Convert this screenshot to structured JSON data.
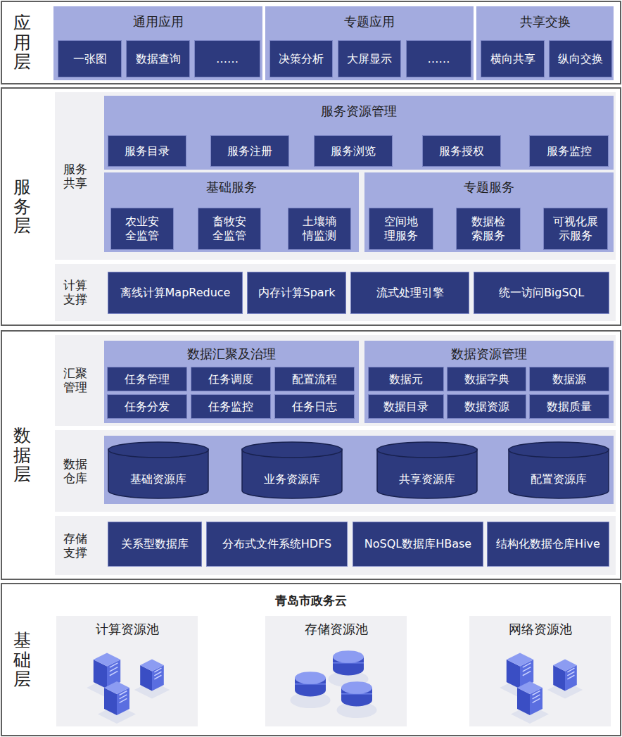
{
  "diagram": {
    "nodes": [
      {
        "text": [
          "应用层"
        ]
      },
      {
        "text": [
          "通用应用"
        ],
        "in": 0
      },
      {
        "text": [
          "一张图"
        ],
        "in": 1
      },
      {
        "text": [
          "数据查询"
        ],
        "in": 1
      },
      {
        "text": [
          "……"
        ],
        "in": 1
      },
      {
        "text": [
          "专题应用"
        ],
        "in": 0
      },
      {
        "text": [
          "决策分析"
        ],
        "in": 5
      },
      {
        "text": [
          "大屏显示"
        ],
        "in": 5
      },
      {
        "text": [
          "……"
        ],
        "in": 5
      },
      {
        "text": [
          "共享交换"
        ],
        "in": 0
      },
      {
        "text": [
          "横向共享"
        ],
        "in": 9
      },
      {
        "text": [
          "纵向交换"
        ],
        "in": 9
      },
      {
        "text": [
          "服务层"
        ]
      },
      {
        "text": [
          "服务共享"
        ],
        "in": 12
      },
      {
        "text": [
          "服务资源管理"
        ],
        "in": 13
      },
      {
        "text": [
          "服务目录"
        ],
        "in": 14
      },
      {
        "text": [
          "服务注册"
        ],
        "in": 14
      },
      {
        "text": [
          "服务浏览"
        ],
        "in": 14
      },
      {
        "text": [
          "服务授权"
        ],
        "in": 14
      },
      {
        "text": [
          "服务监控"
        ],
        "in": 14
      },
      {
        "text": [
          "基础服务"
        ],
        "in": 13
      },
      {
        "text": [
          "农业安全监管"
        ],
        "in": 20
      },
      {
        "text": [
          "畜牧安全监管"
        ],
        "in": 20
      },
      {
        "text": [
          "土壤墒情监测"
        ],
        "in": 20
      },
      {
        "text": [
          "专题服务"
        ],
        "in": 13
      },
      {
        "text": [
          "空间地理服务"
        ],
        "in": 24
      },
      {
        "text": [
          "数据检索服务"
        ],
        "in": 24
      },
      {
        "text": [
          "可视化展示服务"
        ],
        "in": 24
      },
      {
        "text": [
          "计算支撑"
        ],
        "in": 12
      },
      {
        "text": [
          "离线计算MapReduce"
        ],
        "in": 28
      },
      {
        "text": [
          "内存计算Spark"
        ],
        "in": 28
      },
      {
        "text": [
          "流式处理引擎"
        ],
        "in": 28
      },
      {
        "text": [
          "统一访问BigSQL"
        ],
        "in": 28
      },
      {
        "text": [
          "数据层"
        ]
      },
      {
        "text": [
          "汇聚管理"
        ],
        "in": 33
      },
      {
        "text": [
          "数据汇聚及治理"
        ],
        "in": 34
      },
      {
        "text": [
          "任务管理"
        ],
        "in": 35
      },
      {
        "text": [
          "任务调度"
        ],
        "in": 35
      },
      {
        "text": [
          "配置流程"
        ],
        "in": 35
      },
      {
        "text": [
          "任务分发"
        ],
        "in": 35
      },
      {
        "text": [
          "任务监控"
        ],
        "in": 35
      },
      {
        "text": [
          "任务日志"
        ],
        "in": 35
      },
      {
        "text": [
          "数据资源管理"
        ],
        "in": 34
      },
      {
        "text": [
          "数据元"
        ],
        "in": 42
      },
      {
        "text": [
          "数据字典"
        ],
        "in": 42
      },
      {
        "text": [
          "数据源"
        ],
        "in": 42
      },
      {
        "text": [
          "数据目录"
        ],
        "in": 42
      },
      {
        "text": [
          "数据资源"
        ],
        "in": 42
      },
      {
        "text": [
          "数据质量"
        ],
        "in": 42
      },
      {
        "text": [
          "数据仓库"
        ],
        "in": 33
      },
      {
        "text": [
          "基础资源库"
        ],
        "in": 49
      },
      {
        "text": [
          "业务资源库"
        ],
        "in": 49
      },
      {
        "text": [
          "共享资源库"
        ],
        "in": 49
      },
      {
        "text": [
          "配置资源库"
        ],
        "in": 49
      },
      {
        "text": [
          "存储支撑"
        ],
        "in": 33
      },
      {
        "text": [
          "关系型数据库"
        ],
        "in": 54
      },
      {
        "text": [
          "分布式文件系统HDFS"
        ],
        "in": 54
      },
      {
        "text": [
          "NoSQL数据库HBase"
        ],
        "in": 54
      },
      {
        "text": [
          "结构化数据仓库Hive"
        ],
        "in": 54
      },
      {
        "text": [
          "基础层",
          "青岛市政务云"
        ]
      },
      {
        "text": [
          "计算资源池"
        ],
        "in": 59
      },
      {
        "text": [
          "存储资源池"
        ],
        "in": 59
      },
      {
        "text": [
          "网络资源池"
        ],
        "in": 59
      }
    ],
    "edges": []
  }
}
